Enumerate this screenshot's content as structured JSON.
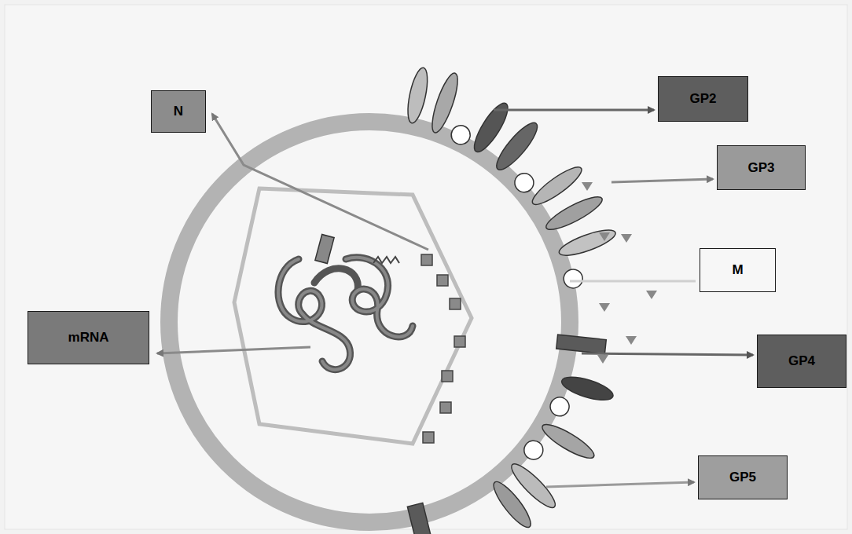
{
  "diagram": {
    "nodes": [
      {
        "text": [
          "N"
        ]
      },
      {
        "text": [
          "GP2"
        ]
      },
      {
        "text": [
          "GP3"
        ]
      },
      {
        "text": [
          "M"
        ]
      },
      {
        "text": [
          "mRNA"
        ]
      },
      {
        "text": [
          "GP4"
        ]
      },
      {
        "text": [
          "GP5"
        ]
      }
    ]
  }
}
